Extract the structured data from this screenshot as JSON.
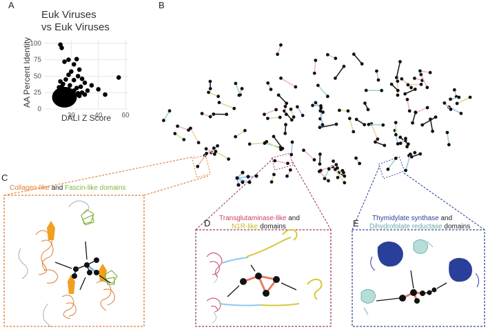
{
  "panel_labels": {
    "a": "A",
    "b": "B",
    "c": "C",
    "d": "D",
    "e": "E"
  },
  "panel_a": {
    "title_line1": "Euk Viruses",
    "title_line2": "vs Euk Viruses"
  },
  "chart_data": {
    "type": "scatter",
    "title": "Euk Viruses vs Euk Viruses",
    "xlabel": "DALI Z Score",
    "ylabel": "AA Percent Identity",
    "xlim": [
      0,
      62
    ],
    "ylim": [
      0,
      105
    ],
    "xticks": [
      "20",
      "40",
      "60"
    ],
    "yticks": [
      "0",
      "25",
      "50",
      "75",
      "100"
    ],
    "grid": true,
    "points": [
      [
        12,
        98
      ],
      [
        13,
        93
      ],
      [
        24,
        76
      ],
      [
        18,
        75
      ],
      [
        15,
        72
      ],
      [
        22,
        68
      ],
      [
        26,
        60
      ],
      [
        20,
        57
      ],
      [
        18,
        52
      ],
      [
        25,
        50
      ],
      [
        55,
        48
      ],
      [
        28,
        46
      ],
      [
        16,
        45
      ],
      [
        30,
        40
      ],
      [
        35,
        36
      ],
      [
        22,
        44
      ],
      [
        12,
        42
      ],
      [
        45,
        22
      ],
      [
        40,
        30
      ],
      [
        32,
        28
      ],
      [
        14,
        38
      ],
      [
        19,
        36
      ],
      [
        27,
        34
      ],
      [
        11,
        33
      ],
      [
        10,
        25
      ],
      [
        11,
        22
      ],
      [
        12,
        18
      ],
      [
        13,
        15
      ],
      [
        14,
        30
      ],
      [
        15,
        27
      ],
      [
        16,
        20
      ],
      [
        17,
        24
      ],
      [
        18,
        30
      ],
      [
        19,
        22
      ],
      [
        20,
        26
      ],
      [
        21,
        18
      ],
      [
        22,
        28
      ],
      [
        23,
        21
      ],
      [
        24,
        32
      ],
      [
        25,
        24
      ],
      [
        26,
        20
      ],
      [
        28,
        25
      ],
      [
        30,
        22
      ],
      [
        10,
        14
      ],
      [
        11,
        12
      ],
      [
        12,
        28
      ],
      [
        13,
        34
      ],
      [
        9,
        16
      ]
    ]
  },
  "panel_c": {
    "label_a": "Collagen-like",
    "label_and": "and",
    "label_b": "Fascin-like domains"
  },
  "panel_d": {
    "label_a": "Transglutaminase-like",
    "label_and": "and",
    "label_b": "N1R-like",
    "label_end": "domains"
  },
  "panel_e": {
    "label_a": "Thymidylate synthase",
    "label_and": "and",
    "label_b": "Dihydrofolate reductase",
    "label_end": "domains"
  },
  "colors": {
    "collagen": "#e07a2e",
    "fascin": "#7fb33c",
    "transglut": "#c94060",
    "n1r": "#d6c838",
    "thymidylate": "#2a3f9a",
    "dhfr": "#8fc7c2",
    "box_c": "#e07a2e",
    "box_d": "#9b3b5c",
    "box_e": "#2f4a9a"
  }
}
